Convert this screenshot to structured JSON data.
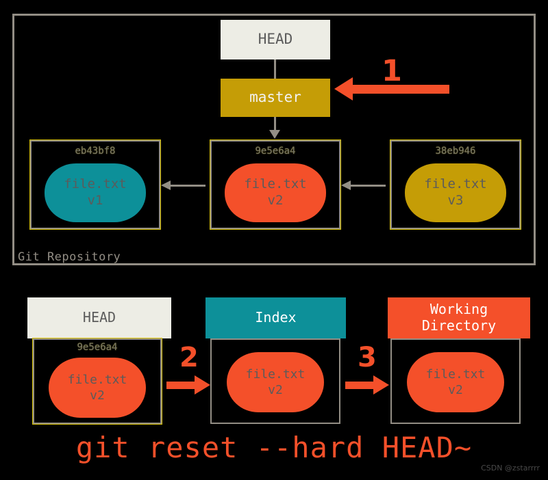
{
  "diagram": {
    "title": "git reset --hard HEAD~ illustration",
    "command": "git reset --hard HEAD~",
    "watermark": "CSDN @zstarrrr",
    "colors": {
      "background": "#000000",
      "frame_gray": "#938e85",
      "cream": "#edede5",
      "gold": "#c59d06",
      "teal": "#0d9099",
      "orange_red": "#f4502a",
      "text_gray": "#5c5c5c",
      "hash_gray": "#6f6f6f",
      "highlight_yellow": "#d8c200"
    }
  },
  "repository": {
    "label": "Git Repository",
    "head_ref": "HEAD",
    "branch_ref": "master",
    "commits": [
      {
        "hash": "eb43bf8",
        "file": "file.txt",
        "version": "v1",
        "color": "teal"
      },
      {
        "hash": "9e5e6a4",
        "file": "file.txt",
        "version": "v2",
        "color": "orange"
      },
      {
        "hash": "38eb946",
        "file": "file.txt",
        "version": "v3",
        "color": "gold"
      }
    ]
  },
  "steps": {
    "one": "1",
    "two": "2",
    "three": "3"
  },
  "areas": [
    {
      "name": "HEAD",
      "hash": "9e5e6a4",
      "file": "file.txt",
      "version": "v2"
    },
    {
      "name": "Index",
      "hash": "",
      "file": "file.txt",
      "version": "v2"
    },
    {
      "name": "Working\nDirectory",
      "name_line1": "Working",
      "name_line2": "Directory",
      "hash": "",
      "file": "file.txt",
      "version": "v2"
    }
  ]
}
